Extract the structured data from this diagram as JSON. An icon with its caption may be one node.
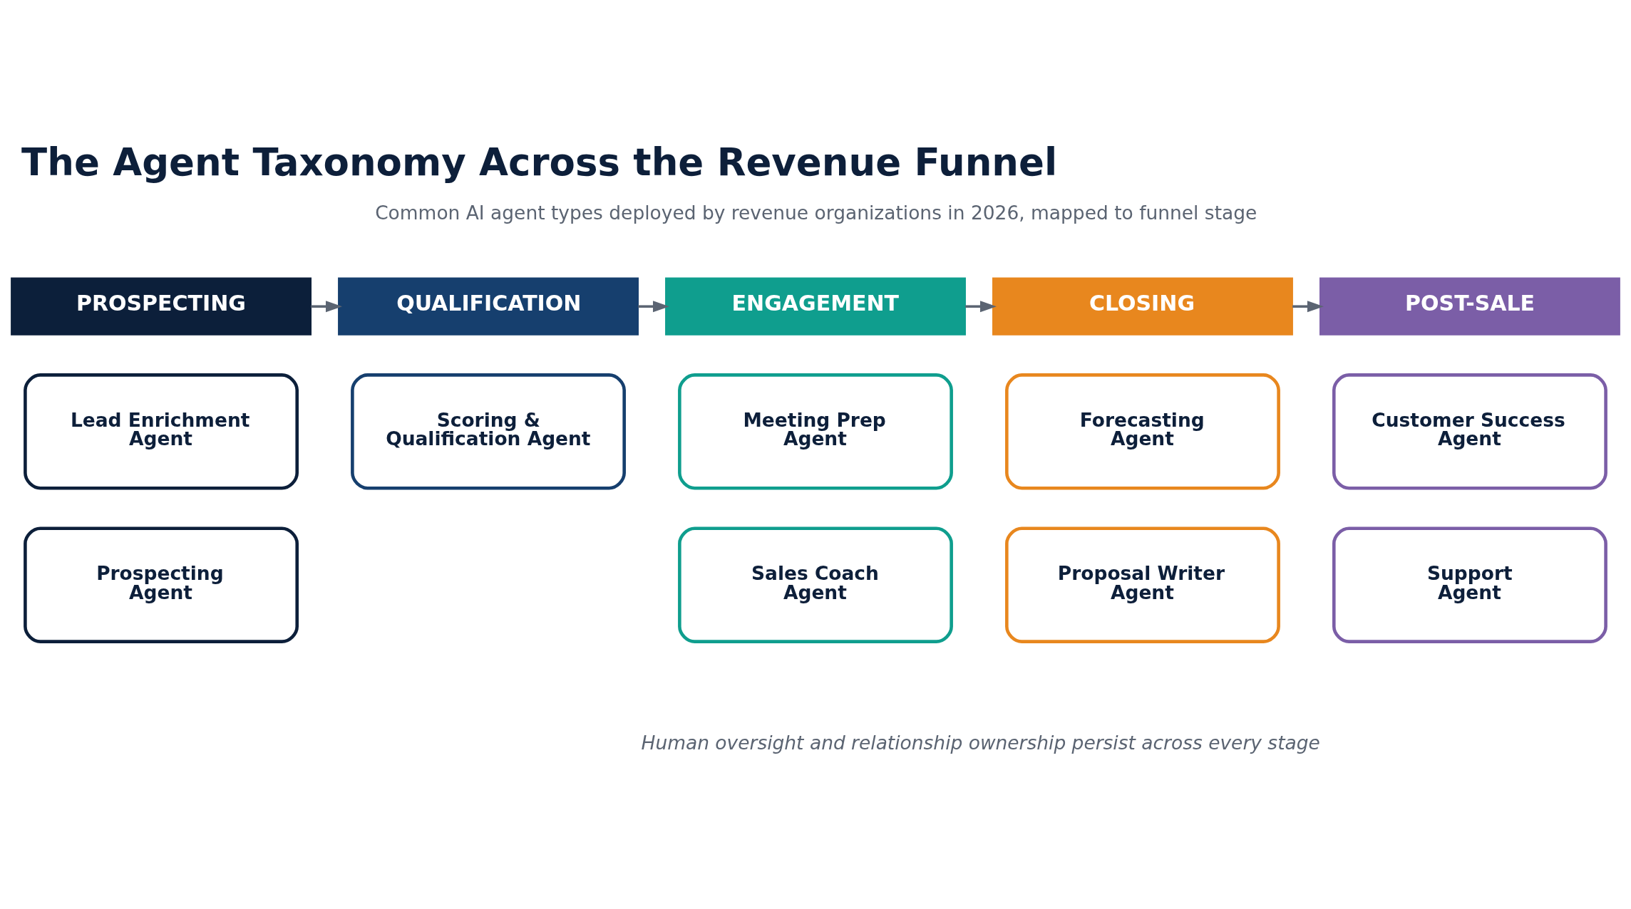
{
  "diagram": {
    "title": "The Agent Taxonomy Across the Revenue Funnel",
    "nodes": [
      {
        "text": [
          "PROSPECTING"
        ]
      },
      {
        "text": [
          "QUALIFICATION"
        ]
      },
      {
        "text": [
          "ENGAGEMENT"
        ]
      },
      {
        "text": [
          "CLOSING"
        ]
      },
      {
        "text": [
          "POST-SALE"
        ]
      },
      {
        "text": [
          "Lead Enrichment Agent"
        ]
      },
      {
        "text": [
          "Scoring & Qualification Agent"
        ]
      },
      {
        "text": [
          "Meeting Prep Agent"
        ]
      },
      {
        "text": [
          "Forecasting Agent"
        ]
      },
      {
        "text": [
          "Customer Success Agent"
        ]
      },
      {
        "text": [
          "Prospecting Agent"
        ]
      },
      {
        "text": [
          "Sales Coach Agent"
        ]
      },
      {
        "text": [
          "Proposal Writer Agent"
        ]
      },
      {
        "text": [
          "Support Agent"
        ]
      }
    ],
    "edges": [
      {
        "from": 0,
        "to": 1,
        "arrow": "to"
      },
      {
        "from": 1,
        "to": 2,
        "arrow": "to"
      },
      {
        "from": 2,
        "to": 3,
        "arrow": "to"
      },
      {
        "from": 3,
        "to": 4,
        "arrow": "to"
      }
    ],
    "labels": [
      "Common AI agent types deployed by revenue organizations in 2026, mapped to funnel stage",
      "Human oversight and relationship ownership persist across every stage"
    ]
  }
}
